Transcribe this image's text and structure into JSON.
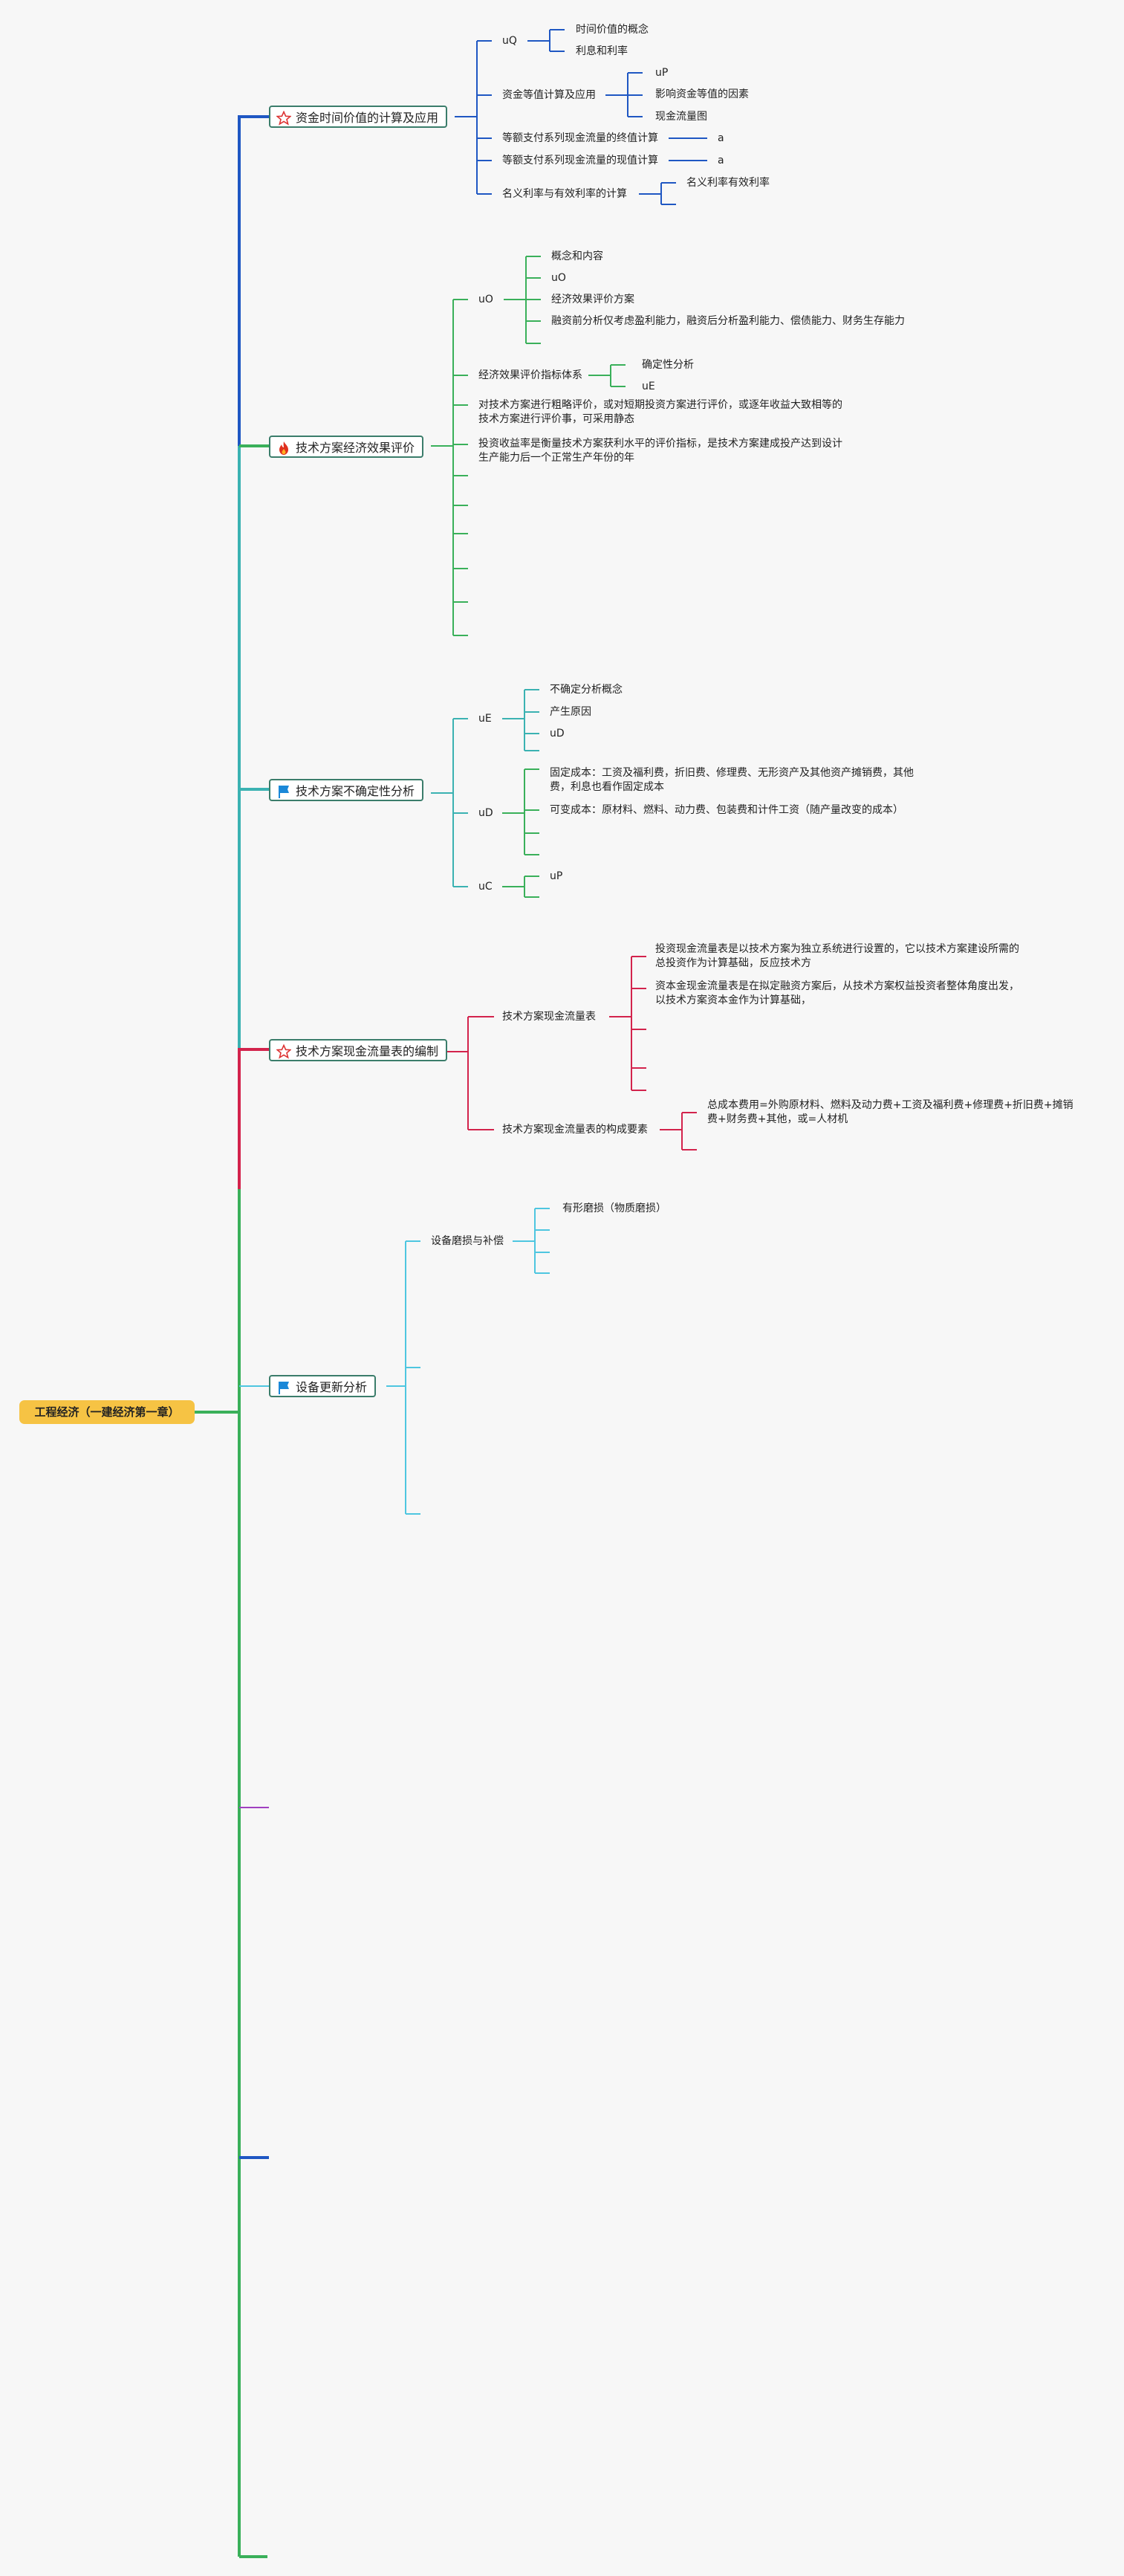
{
  "root": "工程经济（一建经济第一章）",
  "colors": {
    "c1": "#1f57c3",
    "c2": "#3ab05a",
    "c3": "#3bb2b2",
    "c4": "#d3234c",
    "c5": "#4ec6e0",
    "root": "#f6c344"
  },
  "b1": {
    "title": "资金时间价值的计算及应用",
    "uq": "uQ",
    "uq_1": "时间价值的概念",
    "uq_2": "利息和利率",
    "eq": "资金等值计算及应用",
    "eq_1": "uP",
    "eq_2": "影响资金等值的因素",
    "eq_3": "现金流量图",
    "fv": "等额支付系列现金流量的终值计算",
    "fv_a": "a",
    "pv": "等额支付系列现金流量的现值计算",
    "pv_a": "a",
    "nr": "名义利率与有效利率的计算",
    "nr_1": "名义利率有效利率"
  },
  "b2": {
    "title": "技术方案经济效果评价",
    "uo": "uO",
    "uo_1": "概念和内容",
    "uo_2": "uO",
    "uo_3": "经济效果评价方案",
    "uo_4": "融资前分析仅考虑盈利能力，融资后分析盈利能力、偿债能力、财务生存能力",
    "ind": "经济效果评价指标体系",
    "ind_1": "确定性分析",
    "ind_2": "uE",
    "note1": "对技术方案进行粗略评价，或对短期投资方案进行评价，或逐年收益大致相等的技术方案进行评价事，可采用静态",
    "note2": "投资收益率是衡量技术方案获利水平的评价指标，是技术方案建成投产达到设计生产能力后一个正常生产年份的年"
  },
  "b3": {
    "title": "技术方案不确定性分析",
    "ue": "uE",
    "ue_1": "不确定分析概念",
    "ue_2": "产生原因",
    "ue_3": "uD",
    "ud": "uD",
    "ud_1": "固定成本：工资及福利费，折旧费、修理费、无形资产及其他资产摊销费，其他费，利息也看作固定成本",
    "ud_2": "可变成本：原材料、燃料、动力费、包装费和计件工资（随产量改变的成本）",
    "uc": "uC",
    "uc_1": "uP"
  },
  "b4": {
    "title": "技术方案现金流量表的编制",
    "cf": "技术方案现金流量表",
    "cf_1": "投资现金流量表是以技术方案为独立系统进行设置的，它以技术方案建设所需的总投资作为计算基础，反应技术方",
    "cf_2": "资本金现金流量表是在拟定融资方案后，从技术方案权益投资者整体角度出发，以技术方案资本金作为计算基础，",
    "el": "技术方案现金流量表的构成要素",
    "el_1": "总成本费用=外购原材料、燃料及动力费+工资及福利费+修理费+折旧费+摊销费+财务费+其他，或=人材机"
  },
  "b5": {
    "title": "设备更新分析",
    "wear": "设备磨损与补偿",
    "wear_1": "有形磨损（物质磨损）"
  }
}
